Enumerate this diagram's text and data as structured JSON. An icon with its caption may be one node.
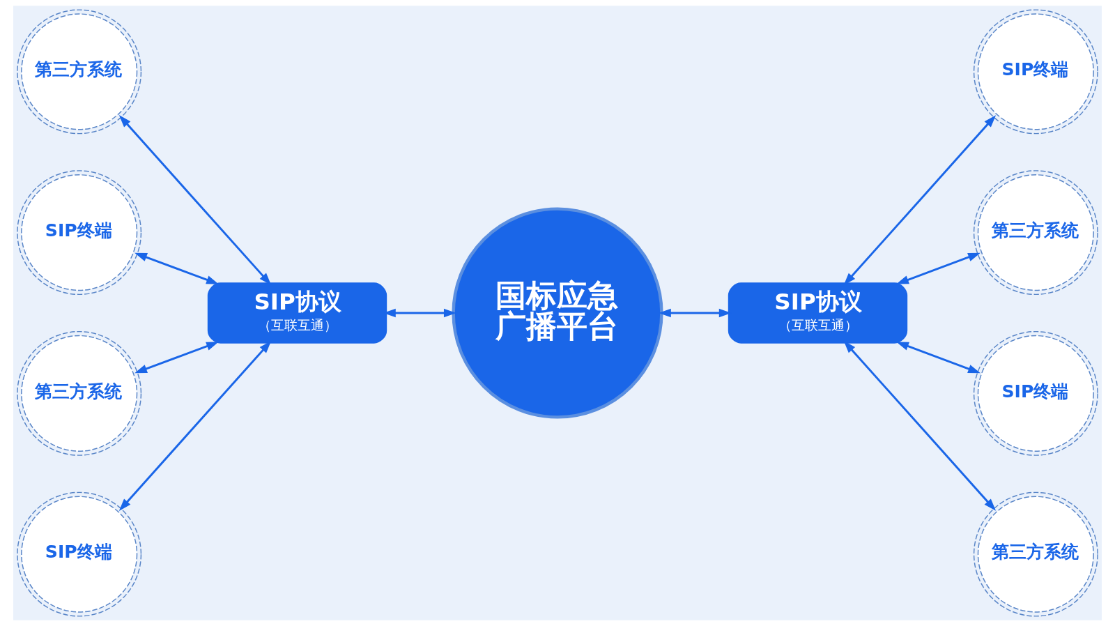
{
  "diagram": {
    "nodes": [
      {
        "text": [
          "国标应急广播平台"
        ]
      },
      {
        "text": [
          "SIP协议",
          "（互联互通）"
        ]
      },
      {
        "text": [
          "SIP协议",
          "（互联互通）"
        ]
      },
      {
        "text": [
          "第三方系统"
        ]
      },
      {
        "text": [
          "SIP终端"
        ]
      },
      {
        "text": [
          "第三方系统"
        ]
      },
      {
        "text": [
          "SIP终端"
        ]
      },
      {
        "text": [
          "SIP终端"
        ]
      },
      {
        "text": [
          "第三方系统"
        ]
      },
      {
        "text": [
          "SIP终端"
        ]
      },
      {
        "text": [
          "第三方系统"
        ]
      }
    ],
    "edges": [
      {
        "from": 1,
        "to": 0,
        "arrow": "both"
      },
      {
        "from": 0,
        "to": 2,
        "arrow": "both"
      },
      {
        "from": 3,
        "to": 1,
        "arrow": "both"
      },
      {
        "from": 4,
        "to": 1,
        "arrow": "both"
      },
      {
        "from": 5,
        "to": 1,
        "arrow": "both"
      },
      {
        "from": 6,
        "to": 1,
        "arrow": "both"
      },
      {
        "from": 2,
        "to": 7,
        "arrow": "both"
      },
      {
        "from": 2,
        "to": 8,
        "arrow": "both"
      },
      {
        "from": 2,
        "to": 9,
        "arrow": "both"
      },
      {
        "from": 2,
        "to": 10,
        "arrow": "both"
      }
    ]
  }
}
